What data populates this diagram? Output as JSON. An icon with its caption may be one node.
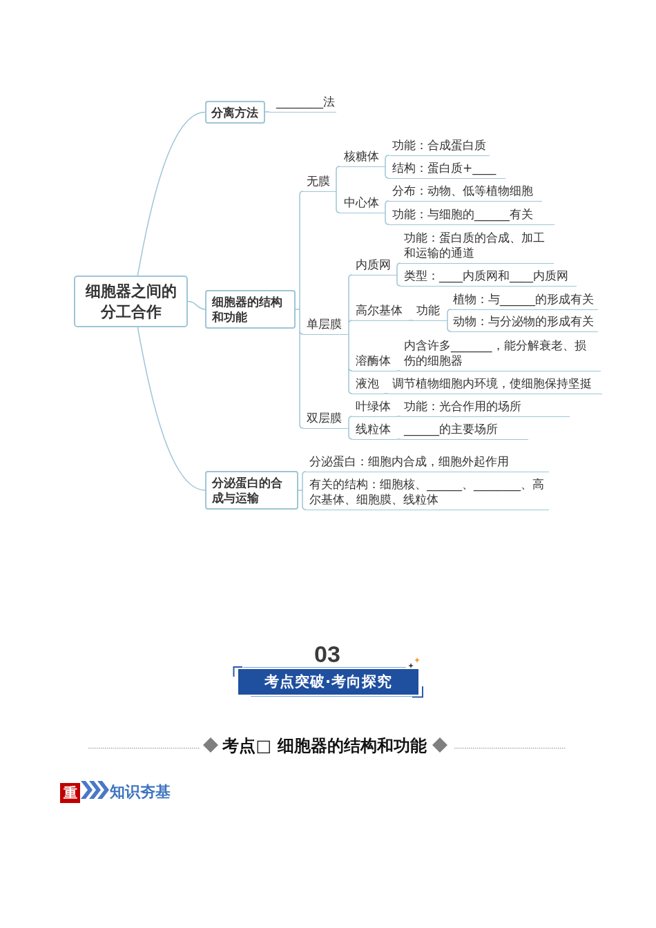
{
  "diagram": {
    "nodes": [
      {
        "text": [
          "细胞器之间的分工合作"
        ]
      },
      {
        "text": [
          "分离方法"
        ]
      },
      {
        "text": [
          "________法"
        ]
      },
      {
        "text": [
          "细胞器的结构和功能"
        ]
      },
      {
        "text": [
          "无膜"
        ]
      },
      {
        "text": [
          "核糖体"
        ]
      },
      {
        "text": [
          "功能：合成蛋白质"
        ]
      },
      {
        "text": [
          "结构：蛋白质+____"
        ]
      },
      {
        "text": [
          "中心体"
        ]
      },
      {
        "text": [
          "分布：动物、低等植物细胞"
        ]
      },
      {
        "text": [
          "功能：与细胞的______有关"
        ]
      },
      {
        "text": [
          "单层膜"
        ]
      },
      {
        "text": [
          "内质网"
        ]
      },
      {
        "text": [
          "功能：蛋白质的合成、加工和运输的通道"
        ]
      },
      {
        "text": [
          "类型：____内质网和____内质网"
        ]
      },
      {
        "text": [
          "高尔基体"
        ]
      },
      {
        "text": [
          "功能"
        ]
      },
      {
        "text": [
          "植物：与______的形成有关"
        ]
      },
      {
        "text": [
          "动物：与分泌物的形成有关"
        ]
      },
      {
        "text": [
          "溶酶体"
        ]
      },
      {
        "text": [
          "内含许多_______，能分解衰老、损伤的细胞器"
        ]
      },
      {
        "text": [
          "液泡"
        ]
      },
      {
        "text": [
          "调节植物细胞内环境，使细胞保持坚挺"
        ]
      },
      {
        "text": [
          "双层膜"
        ]
      },
      {
        "text": [
          "叶绿体"
        ]
      },
      {
        "text": [
          "功能：光合作用的场所"
        ]
      },
      {
        "text": [
          "线粒体"
        ]
      },
      {
        "text": [
          "______的主要场所"
        ]
      },
      {
        "text": [
          "分泌蛋白的合成与运输"
        ]
      },
      {
        "text": [
          "分泌蛋白：细胞内合成，细胞外起作用"
        ]
      },
      {
        "text": [
          "有关的结构：细胞核、______、________、高尔基体、细胞膜、线粒体"
        ]
      }
    ],
    "edges": [
      {
        "from": 0,
        "to": 1,
        "arrow": "none"
      },
      {
        "from": 1,
        "to": 2,
        "arrow": "none"
      },
      {
        "from": 0,
        "to": 3,
        "arrow": "none"
      },
      {
        "from": 3,
        "to": 4,
        "arrow": "none"
      },
      {
        "from": 4,
        "to": 5,
        "arrow": "none"
      },
      {
        "from": 5,
        "to": 6,
        "arrow": "none"
      },
      {
        "from": 5,
        "to": 7,
        "arrow": "none"
      },
      {
        "from": 4,
        "to": 8,
        "arrow": "none"
      },
      {
        "from": 8,
        "to": 9,
        "arrow": "none"
      },
      {
        "from": 8,
        "to": 10,
        "arrow": "none"
      },
      {
        "from": 3,
        "to": 11,
        "arrow": "none"
      },
      {
        "from": 11,
        "to": 12,
        "arrow": "none"
      },
      {
        "from": 12,
        "to": 13,
        "arrow": "none"
      },
      {
        "from": 12,
        "to": 14,
        "arrow": "none"
      },
      {
        "from": 11,
        "to": 15,
        "arrow": "none"
      },
      {
        "from": 15,
        "to": 16,
        "arrow": "none"
      },
      {
        "from": 16,
        "to": 17,
        "arrow": "none"
      },
      {
        "from": 16,
        "to": 18,
        "arrow": "none"
      },
      {
        "from": 11,
        "to": 19,
        "arrow": "none"
      },
      {
        "from": 19,
        "to": 20,
        "arrow": "none"
      },
      {
        "from": 11,
        "to": 21,
        "arrow": "none"
      },
      {
        "from": 21,
        "to": 22,
        "arrow": "none"
      },
      {
        "from": 3,
        "to": 23,
        "arrow": "none"
      },
      {
        "from": 23,
        "to": 24,
        "arrow": "none"
      },
      {
        "from": 24,
        "to": 25,
        "arrow": "none"
      },
      {
        "from": 23,
        "to": 26,
        "arrow": "none"
      },
      {
        "from": 26,
        "to": 27,
        "arrow": "none"
      },
      {
        "from": 0,
        "to": 28,
        "arrow": "none"
      },
      {
        "from": 28,
        "to": 29,
        "arrow": "none"
      },
      {
        "from": 28,
        "to": 30,
        "arrow": "none"
      }
    ],
    "labels": [
      "03",
      "考点突破·考向探究",
      "考点□ 细胞器的结构和功能",
      "重",
      "知识夯基"
    ]
  }
}
